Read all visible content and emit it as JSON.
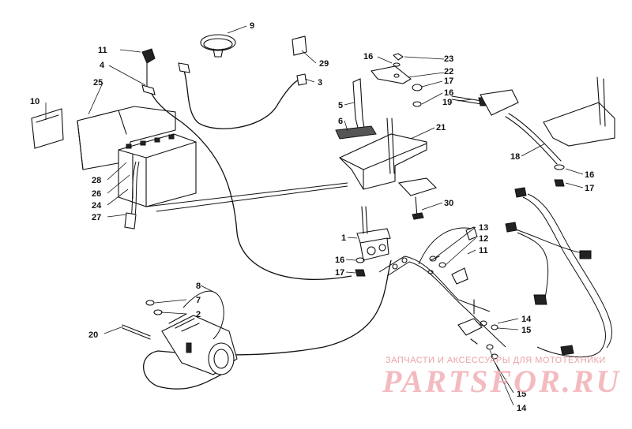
{
  "callouts": [
    {
      "id": "c9",
      "label": "9"
    },
    {
      "id": "c11a",
      "label": "11"
    },
    {
      "id": "c4",
      "label": "4"
    },
    {
      "id": "c25",
      "label": "25"
    },
    {
      "id": "c10",
      "label": "10"
    },
    {
      "id": "c29",
      "label": "29"
    },
    {
      "id": "c3",
      "label": "3"
    },
    {
      "id": "c28",
      "label": "28"
    },
    {
      "id": "c26",
      "label": "26"
    },
    {
      "id": "c24",
      "label": "24"
    },
    {
      "id": "c27",
      "label": "27"
    },
    {
      "id": "c16a",
      "label": "16"
    },
    {
      "id": "c23",
      "label": "23"
    },
    {
      "id": "c22",
      "label": "22"
    },
    {
      "id": "c17a",
      "label": "17"
    },
    {
      "id": "c16b",
      "label": "16"
    },
    {
      "id": "c19",
      "label": "19"
    },
    {
      "id": "c5",
      "label": "5"
    },
    {
      "id": "c6",
      "label": "6"
    },
    {
      "id": "c21",
      "label": "21"
    },
    {
      "id": "c18",
      "label": "18"
    },
    {
      "id": "c16c",
      "label": "16"
    },
    {
      "id": "c17b",
      "label": "17"
    },
    {
      "id": "c30",
      "label": "30"
    },
    {
      "id": "c1",
      "label": "1"
    },
    {
      "id": "c16d",
      "label": "16"
    },
    {
      "id": "c17c",
      "label": "17"
    },
    {
      "id": "c13",
      "label": "13"
    },
    {
      "id": "c12",
      "label": "12"
    },
    {
      "id": "c11b",
      "label": "11"
    },
    {
      "id": "c8",
      "label": "8"
    },
    {
      "id": "c7",
      "label": "7"
    },
    {
      "id": "c2",
      "label": "2"
    },
    {
      "id": "c20",
      "label": "20"
    },
    {
      "id": "c14a",
      "label": "14"
    },
    {
      "id": "c15a",
      "label": "15"
    },
    {
      "id": "c15b",
      "label": "15"
    },
    {
      "id": "c14b",
      "label": "14"
    }
  ],
  "watermark": {
    "tagline": "ЗАПЧАСТИ И АКСЕССУАРЫ ДЛЯ МОТОТЕХНИКИ",
    "logo": "PARTSFOR.RU",
    "color": "#f2b0b6"
  }
}
